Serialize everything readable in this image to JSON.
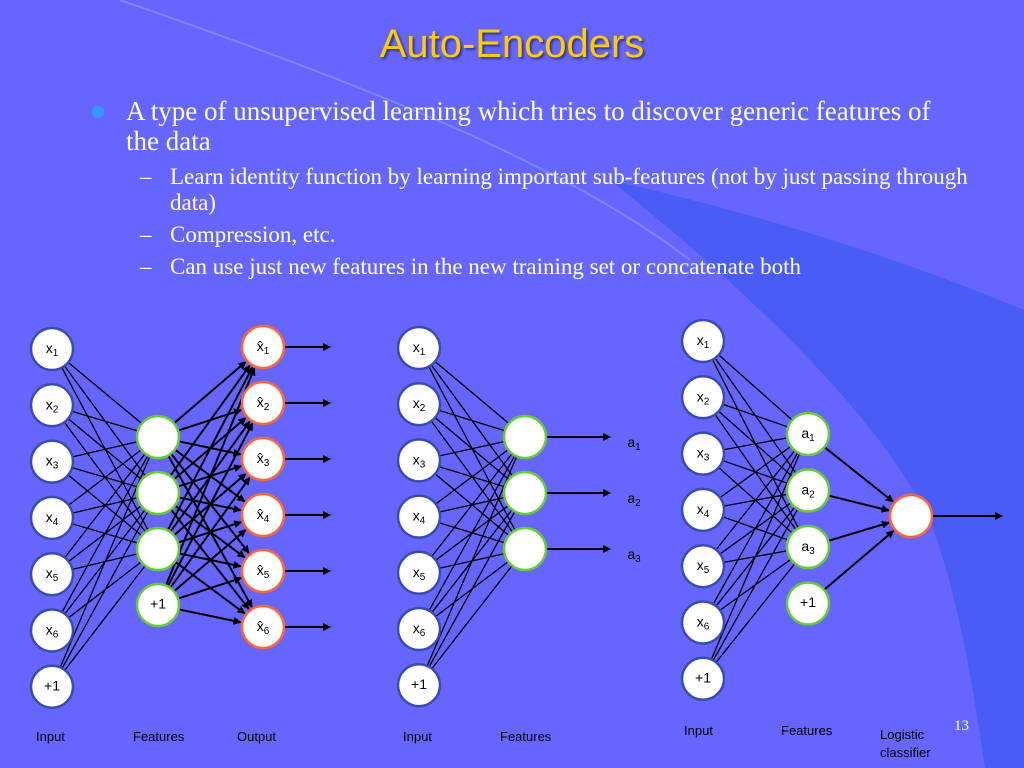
{
  "slide": {
    "title": "Auto-Encoders",
    "bullet": "A type of unsupervised learning which tries to discover generic features of the data",
    "sub_bullets": [
      "Learn identity function by learning important sub-features (not by just passing through data)",
      "Compression, etc.",
      "Can use just new features in the new training set or concatenate both"
    ],
    "page_number": "13"
  },
  "colors": {
    "background": "#6666ff",
    "background_shape": "#4a5cf6",
    "title": "#ffcc00",
    "bullet_dot": "#3399ff",
    "node_fill": "#ffffff",
    "input_node_border": "#3a4bb0",
    "feature_node_border": "#66cc33",
    "output_node_border": "#ff6633",
    "edges": "#000000"
  },
  "diagrams": {
    "autoencoder": {
      "inputs": [
        "x1",
        "x2",
        "x3",
        "x4",
        "x5",
        "x6",
        "+1"
      ],
      "features": [
        "",
        "",
        "",
        "+1"
      ],
      "outputs": [
        "x̂1",
        "x̂2",
        "x̂3",
        "x̂4",
        "x̂5",
        "x̂6"
      ],
      "labels": [
        "Input",
        "Features",
        "Output"
      ]
    },
    "features_only": {
      "inputs": [
        "x1",
        "x2",
        "x3",
        "x4",
        "x5",
        "x6",
        "+1"
      ],
      "features": [
        "",
        "",
        ""
      ],
      "outputs": [
        "a1",
        "a2",
        "a3"
      ],
      "labels": [
        "Input",
        "Features"
      ]
    },
    "classifier": {
      "inputs": [
        "x1",
        "x2",
        "x3",
        "x4",
        "x5",
        "x6",
        "+1"
      ],
      "features": [
        "a1",
        "a2",
        "a3",
        "+1"
      ],
      "output": "",
      "labels": [
        "Input",
        "Features",
        "Logistic classifier"
      ]
    }
  }
}
